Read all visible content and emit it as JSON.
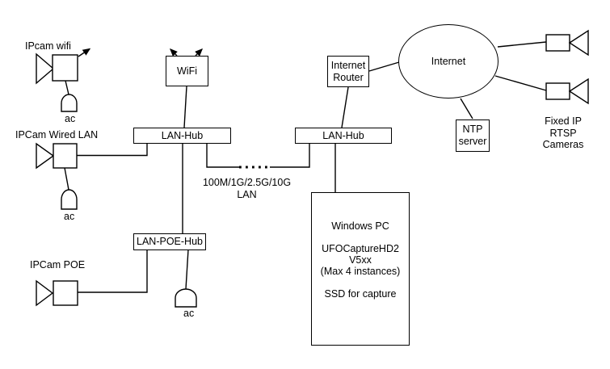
{
  "diagram_title": "IP camera network capture diagram",
  "colors": {
    "stroke": "#000000",
    "background": "#ffffff",
    "text": "#000000"
  },
  "nodes": {
    "wifi_box": {
      "label": "WiFi"
    },
    "lan_hub_left": {
      "label": "LAN-Hub"
    },
    "lan_hub_right": {
      "label": "LAN-Hub"
    },
    "lan_poe_hub": {
      "label": "LAN-POE-Hub"
    },
    "internet_router": {
      "lines": [
        "Internet",
        "Router"
      ]
    },
    "internet_cloud": {
      "label": "Internet"
    },
    "ntp_server": {
      "lines": [
        "NTP",
        "server"
      ]
    },
    "windows_pc": {
      "lines": [
        "Windows PC",
        "",
        "UFOCaptureHD2",
        "V5xx",
        "(Max 4 instances)",
        "",
        "SSD for capture"
      ]
    }
  },
  "labels": {
    "ipcam_wifi": "IPcam wifi",
    "ipcam_wired_lan": "IPCam Wired LAN",
    "ipcam_poe": "IPCam POE",
    "ac_wifi_cam": "ac",
    "ac_wired_cam": "ac",
    "ac_poe_hub": "ac",
    "lan_speed": {
      "lines": [
        "100M/1G/2.5G/10G",
        "LAN"
      ]
    },
    "fixed_cameras": {
      "lines": [
        "Fixed IP",
        "RTSP",
        "Cameras"
      ]
    }
  },
  "icons": [
    "ipcam-wifi-icon",
    "ipcam-wired-icon",
    "ipcam-poe-icon",
    "rtsp-camera-top-icon",
    "rtsp-camera-bottom-icon",
    "ac-adapter-icon",
    "wifi-signal-arrows-icon",
    "wireless-arrow-icon"
  ]
}
